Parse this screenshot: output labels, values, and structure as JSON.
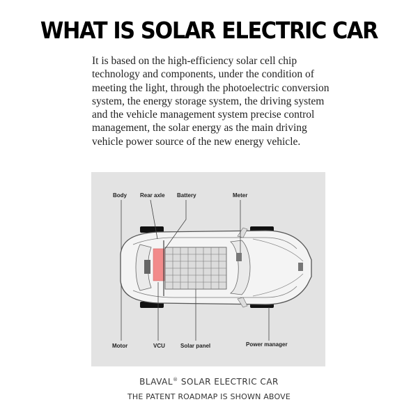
{
  "title": "WHAT IS SOLAR ELECTRIC CAR",
  "description": "It is based on the high-efficiency solar cell chip technology and components, under the condition of meeting the light, through the photoelectric conversion system, the energy storage system, the driving system and the vehicle management system precise control management, the solar energy as the main driving vehicle power source of the new energy vehicle.",
  "diagram": {
    "labels": {
      "body": "Body",
      "rear_axle": "Rear axle",
      "battery": "Battery",
      "meter": "Meter",
      "motor": "Motor",
      "vcu": "VCU",
      "solar_panel": "Solar panel",
      "power_manager": "Power manager"
    },
    "battery_color": "#f28b8b"
  },
  "footer": {
    "brand": "BLAVAL",
    "registered_mark": "®",
    "brand_suffix": "SOLAR ELECTRIC CAR",
    "roadmap": "THE PATENT ROADMAP IS SHOWN ABOVE"
  }
}
